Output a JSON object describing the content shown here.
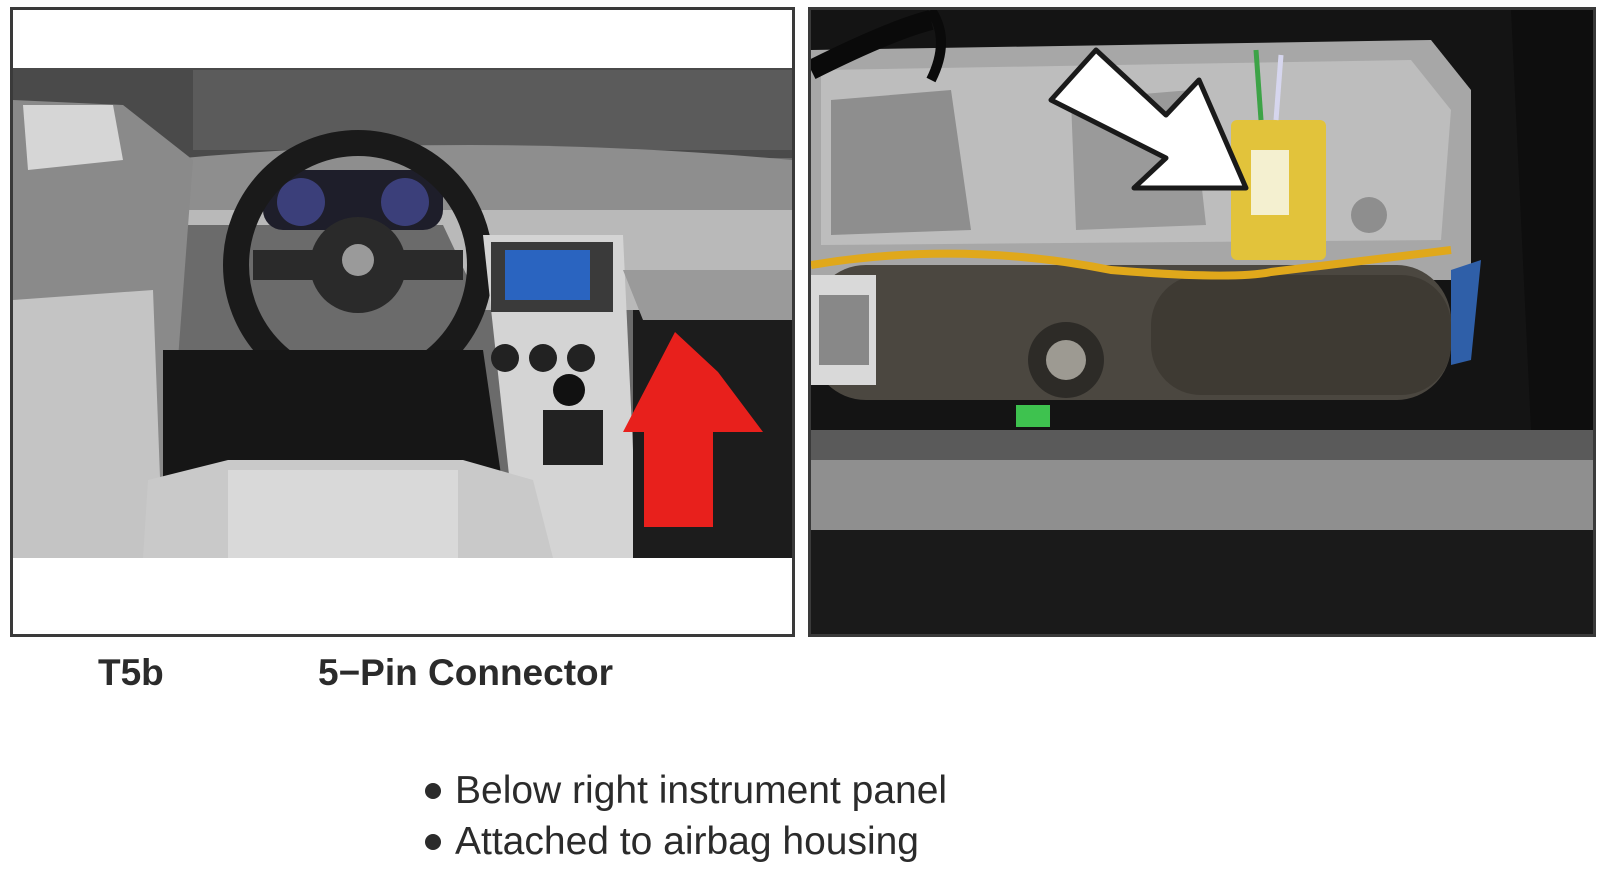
{
  "connector": {
    "id": "T5b",
    "name": "5−Pin Connector"
  },
  "locations": [
    "Below right instrument panel",
    "Attached to airbag housing"
  ],
  "arrows": {
    "left_photo": {
      "color": "#e8201c",
      "direction": "up"
    },
    "right_photo": {
      "color": "#ffffff",
      "direction": "down-right"
    }
  },
  "icons": [
    "bullet-dot",
    "arrow-up-icon",
    "arrow-down-right-icon"
  ]
}
